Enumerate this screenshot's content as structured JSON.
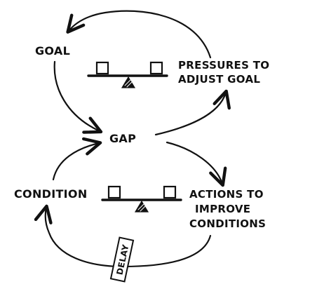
{
  "labels": {
    "goal": "GOAL",
    "pressures_line1": "PRESSURES TO",
    "pressures_line2": "ADJUST GOAL",
    "gap": "GAP",
    "condition": "CONDITION",
    "actions_line1": "ACTIONS TO",
    "actions_line2": "IMPROVE",
    "actions_line3": "CONDITIONS",
    "delay": "DELAY"
  },
  "icons": {
    "balance_top": "balance-icon",
    "balance_bottom": "balance-icon"
  },
  "colors": {
    "ink": "#111111",
    "background": "#ffffff"
  }
}
